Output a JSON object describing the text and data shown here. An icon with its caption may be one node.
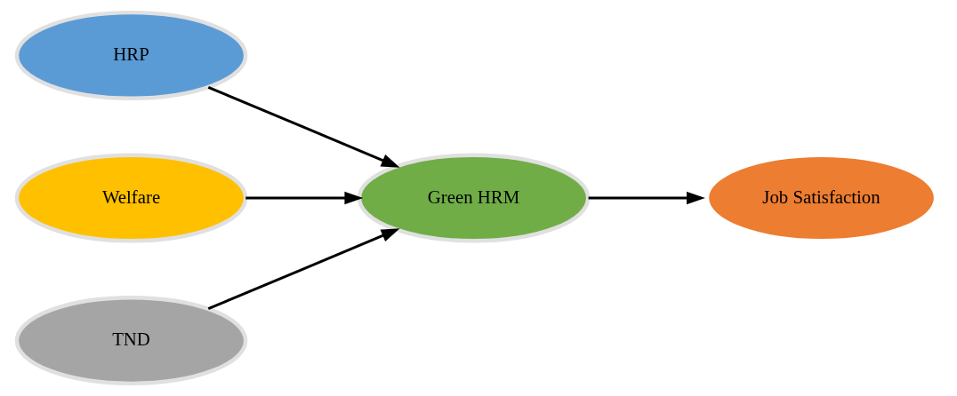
{
  "diagram": {
    "nodes": [
      {
        "text": [
          "HRP"
        ]
      },
      {
        "text": [
          "Welfare"
        ]
      },
      {
        "text": [
          "TND"
        ]
      },
      {
        "text": [
          "Green HRM"
        ]
      },
      {
        "text": [
          "Job Satisfaction"
        ]
      }
    ],
    "edges": [
      {
        "from": 0,
        "to": 3,
        "arrow": "to"
      },
      {
        "from": 1,
        "to": 3,
        "arrow": "to"
      },
      {
        "from": 2,
        "to": 3,
        "arrow": "to"
      },
      {
        "from": 3,
        "to": 4,
        "arrow": "to"
      }
    ]
  }
}
